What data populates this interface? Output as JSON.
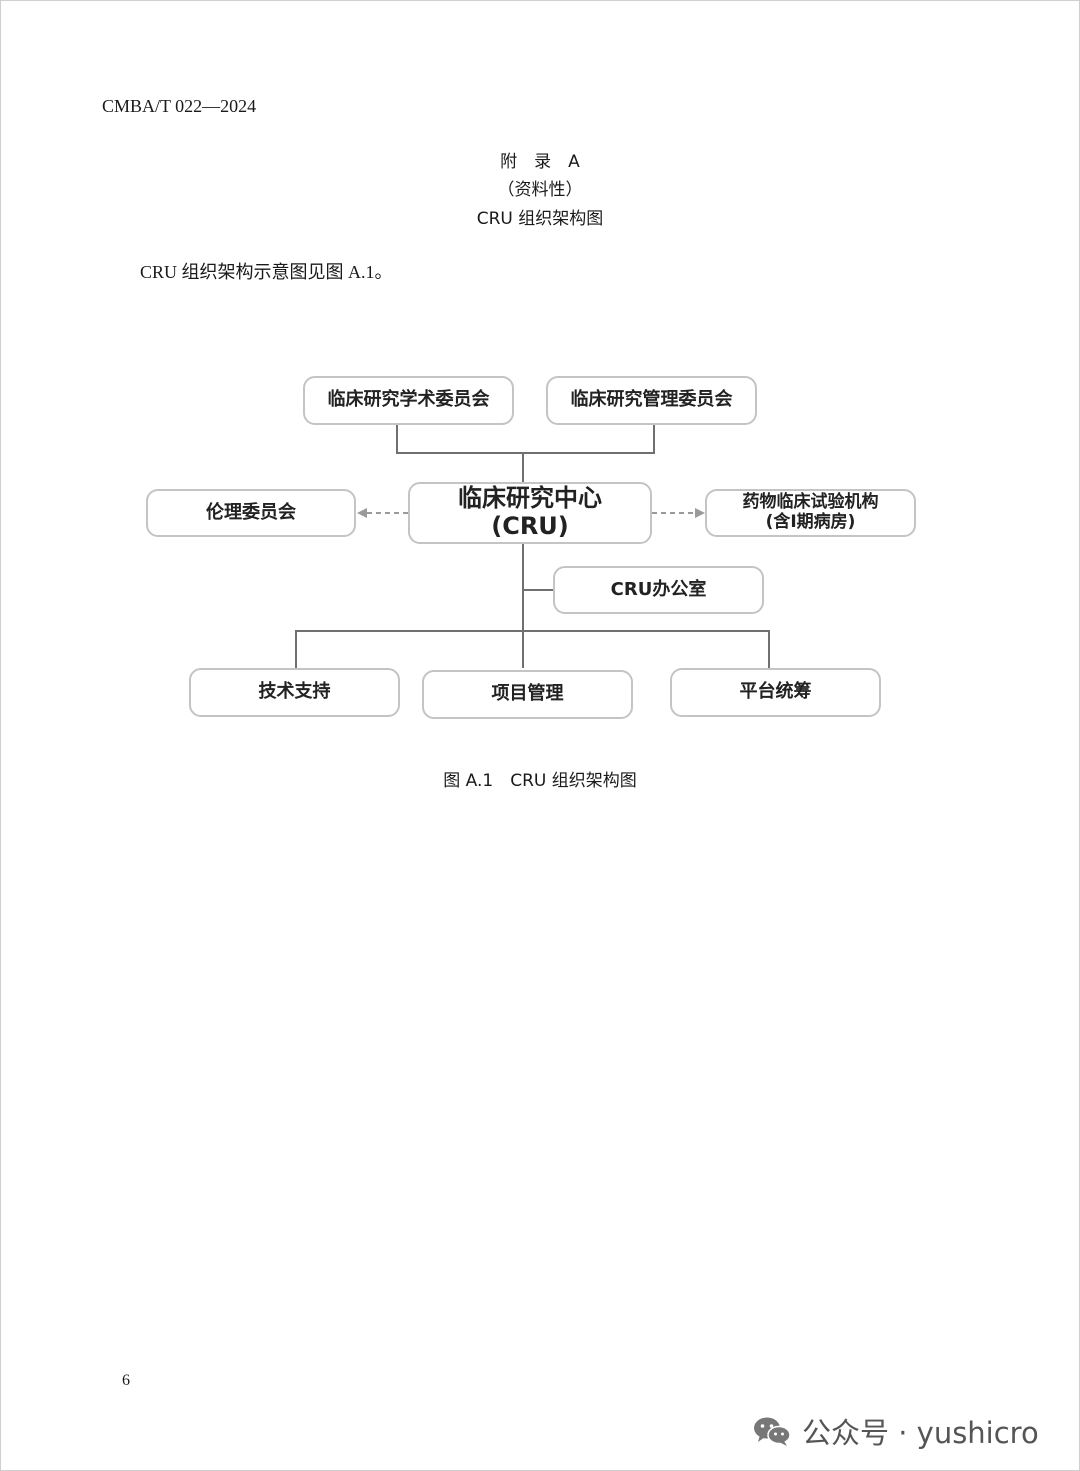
{
  "header": {
    "standard_no": "CMBA/T  022—2024"
  },
  "appendix": {
    "title": "附　录　A",
    "nature": "（资料性）",
    "name": "CRU 组织架构图"
  },
  "intro_text": "CRU 组织架构示意图见图 A.1。",
  "diagram": {
    "nodes": {
      "academic_committee": "临床研究学术委员会",
      "management_committee": "临床研究管理委员会",
      "center_line1": "临床研究中心",
      "center_line2": "(CRU)",
      "ethics_committee": "伦理委员会",
      "drug_trial_line1": "药物临床试验机构",
      "drug_trial_line2": "(含I期病房)",
      "cru_office": "CRU办公室",
      "tech_support": "技术支持",
      "project_mgmt": "项目管理",
      "platform": "平台统筹"
    },
    "line_color": "#707070",
    "dashed_color": "#9a9a9a"
  },
  "caption": "图 A.1　CRU 组织架构图",
  "page_number": "6",
  "watermark": {
    "icon": "wechat-icon",
    "text": "公众号 · yushicro"
  }
}
